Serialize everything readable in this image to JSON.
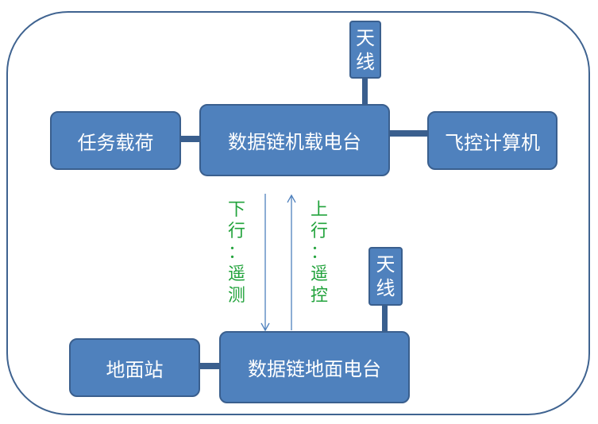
{
  "boxes": {
    "payload": "任务载荷",
    "airborne_radio": "数据链机载电台",
    "flight_computer": "飞控计算机",
    "ground_station": "地面站",
    "ground_radio": "数据链地面电台"
  },
  "antenna_top": [
    "天",
    "线"
  ],
  "antenna_bottom": [
    "天",
    "线"
  ],
  "downlink_label": [
    "下",
    "行",
    "：",
    "遥",
    "测"
  ],
  "uplink_label": [
    "上",
    "行",
    "：",
    "遥",
    "控"
  ],
  "colors": {
    "box_fill": "#4f81bd",
    "box_border": "#3a5f8e",
    "frame": "#3f6390",
    "label_text": "#22a33c",
    "arrow": "#4f81bd"
  }
}
